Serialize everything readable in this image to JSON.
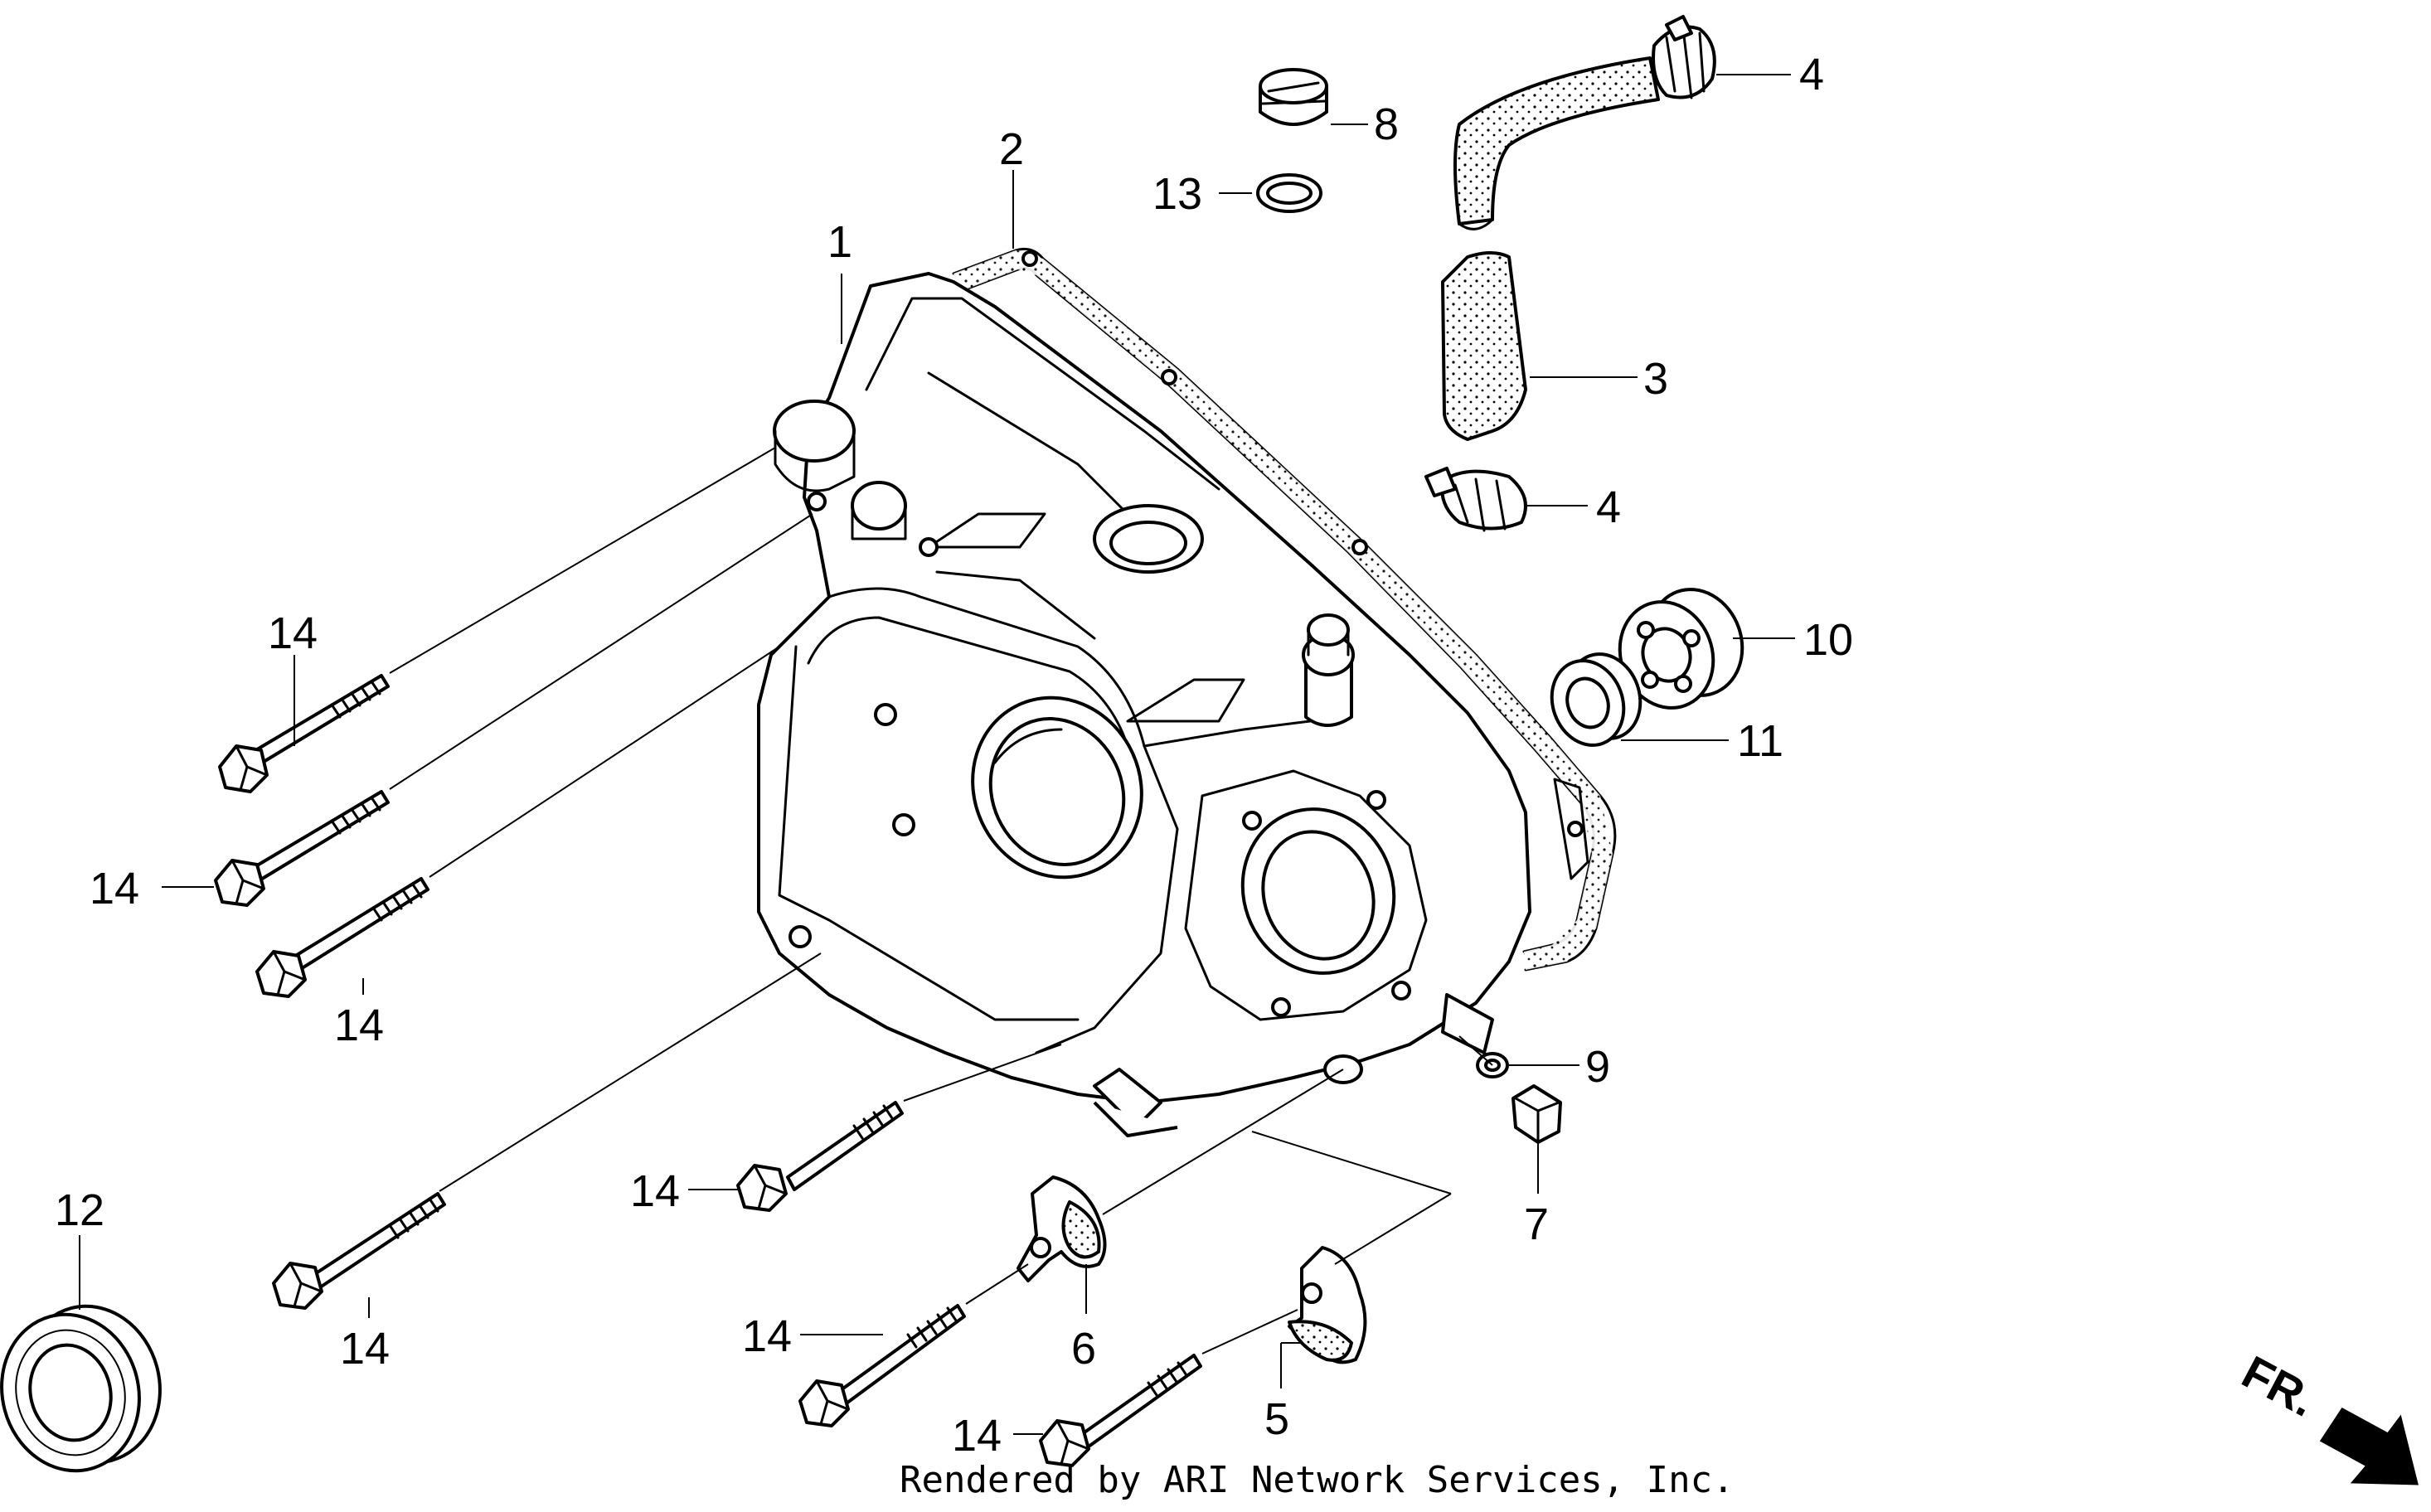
{
  "callouts": {
    "c1": "1",
    "c2": "2",
    "c3": "3",
    "c4a": "4",
    "c4b": "4",
    "c5": "5",
    "c6": "6",
    "c7": "7",
    "c8": "8",
    "c9": "9",
    "c10": "10",
    "c11": "11",
    "c12": "12",
    "c13": "13",
    "c14a": "14",
    "c14b": "14",
    "c14c": "14",
    "c14d": "14",
    "c14e": "14",
    "c14f": "14",
    "c14g": "14"
  },
  "credit": "Rendered by ARI Network Services, Inc.",
  "direction_label": "FR."
}
